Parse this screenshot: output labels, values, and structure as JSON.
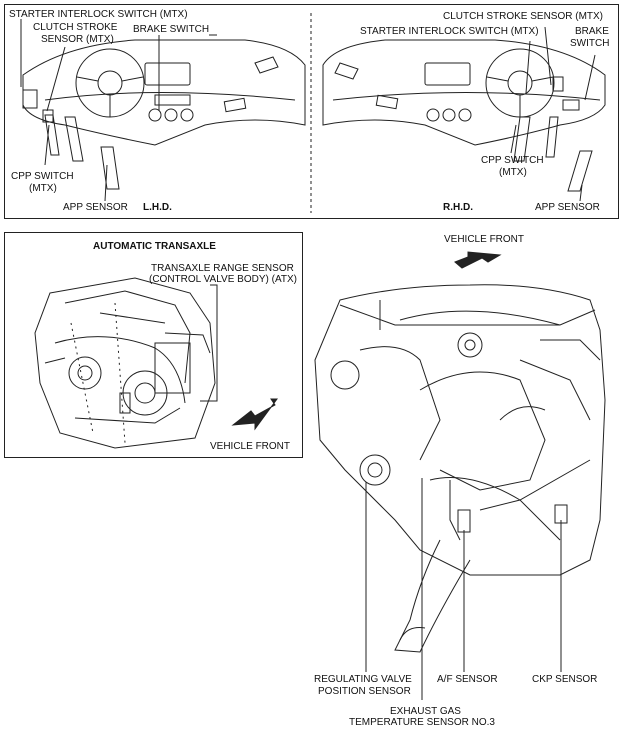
{
  "top_panel": {
    "left_labels": {
      "starter_interlock": "STARTER INTERLOCK SWITCH (MTX)",
      "clutch_stroke_line1": "CLUTCH STROKE",
      "clutch_stroke_line2": "SENSOR (MTX)",
      "brake_switch": "BRAKE SWITCH",
      "cpp_line1": "CPP SWITCH",
      "cpp_line2": "(MTX)",
      "app_sensor": "APP SENSOR",
      "drive_side": "L.H.D."
    },
    "right_labels": {
      "clutch_stroke": "CLUTCH STROKE SENSOR (MTX)",
      "starter_interlock": "STARTER INTERLOCK SWITCH (MTX)",
      "brake_line1": "BRAKE",
      "brake_line2": "SWITCH",
      "cpp_line1": "CPP SWITCH",
      "cpp_line2": "(MTX)",
      "app_sensor": "APP SENSOR",
      "drive_side": "R.H.D."
    }
  },
  "transaxle_panel": {
    "title": "AUTOMATIC TRANSAXLE",
    "range_sensor_line1": "TRANSAXLE RANGE SENSOR",
    "range_sensor_line2": "(CONTROL VALVE BODY) (ATX)",
    "vehicle_front": "VEHICLE FRONT"
  },
  "engine": {
    "vehicle_front": "VEHICLE FRONT",
    "regulating_line1": "REGULATING VALVE",
    "regulating_line2": "POSITION SENSOR",
    "af_sensor": "A/F SENSOR",
    "ckp_sensor": "CKP SENSOR",
    "exhaust_line1": "EXHAUST GAS",
    "exhaust_line2": "TEMPERATURE SENSOR NO.3"
  },
  "colors": {
    "line": "#222222",
    "background": "#ffffff"
  }
}
